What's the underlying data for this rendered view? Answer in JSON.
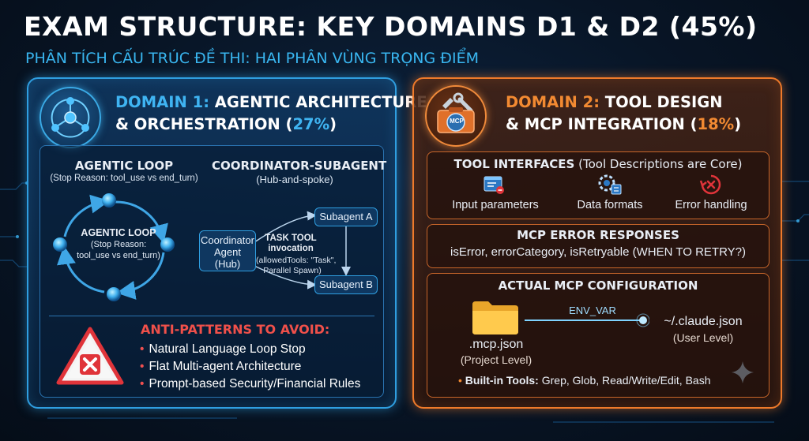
{
  "header": {
    "title": "EXAM STRUCTURE: KEY DOMAINS D1 & D2 (45%)",
    "subtitle": "PHÂN TÍCH CẤU TRÚC ĐỀ THI: HAI PHÂN VÙNG TRỌNG ĐIỂM"
  },
  "domain1": {
    "prefix": "DOMAIN 1:",
    "title_line1": "AGENTIC ARCHITECTURE",
    "title_line2_pre": "& ORCHESTRATION (",
    "percent": "27%",
    "title_line2_post": ")",
    "agentic_loop": {
      "title": "AGENTIC LOOP",
      "note": "(Stop Reason: tool_use vs end_turn)",
      "center_title": "AGENTIC LOOP",
      "center_line1": "(Stop Reason:",
      "center_line2": "tool_use vs end_turn)"
    },
    "coordinator": {
      "title": "COORDINATOR-SUBAGENT",
      "note": "(Hub-and-spoke)",
      "hub_line1": "Coordinator",
      "hub_line2": "Agent",
      "hub_line3": "(Hub)",
      "task_title1": "TASK TOOL",
      "task_title2": "invocation",
      "task_line1": "(allowedTools: \"Task\",",
      "task_line2": "Parallel Spawn)",
      "subagent_a": "Subagent A",
      "subagent_b": "Subagent B"
    },
    "anti_patterns": {
      "title": "ANTI-PATTERNS TO AVOID:",
      "items": [
        "Natural Language Loop Stop",
        "Flat Multi-agent Architecture",
        "Prompt-based Security/Financial Rules"
      ]
    }
  },
  "domain2": {
    "prefix": "DOMAIN 2:",
    "title_line1": "TOOL DESIGN",
    "title_line2_pre": "& MCP INTEGRATION (",
    "percent": "18%",
    "title_line2_post": ")",
    "badge_text": "MCP",
    "tool_interfaces": {
      "title": "TOOL INTERFACES",
      "note": "(Tool Descriptions are Core)",
      "items": [
        "Input parameters",
        "Data formats",
        "Error handling"
      ]
    },
    "mcp_errors": {
      "title": "MCP ERROR RESPONSES",
      "fields": "isError, errorCategory, isRetryable (WHEN TO RETRY?)"
    },
    "mcp_config": {
      "title": "ACTUAL MCP CONFIGURATION",
      "env_var": "ENV_VAR",
      "project_file": ".mcp.json",
      "project_level": "(Project Level)",
      "user_file": "~/.claude.json",
      "user_level": "(User Level)",
      "builtin_label": "Built-in Tools:",
      "builtin_tools": "Grep, Glob, Read/Write/Edit, Bash"
    }
  },
  "colors": {
    "domain1_accent": "#2f9ee0",
    "domain2_accent": "#ef7a2a",
    "warning_red": "#e0343a"
  }
}
